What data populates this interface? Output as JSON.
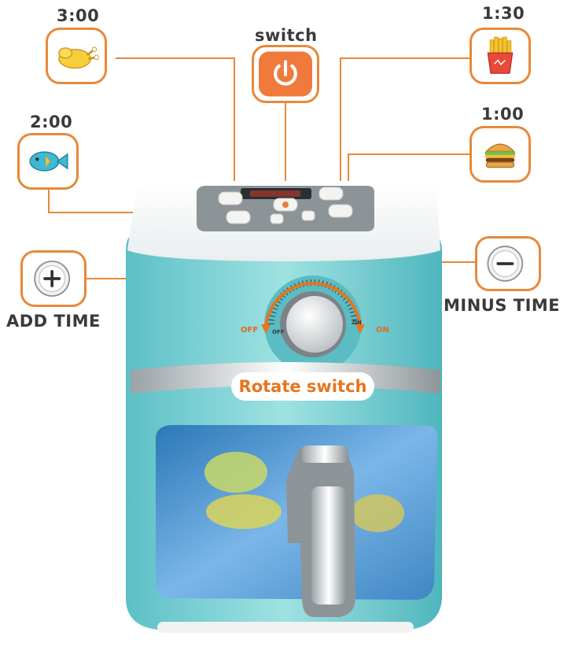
{
  "labels": {
    "chicken_time": "3:00",
    "switch": "switch",
    "fries_time": "1:30",
    "fish_time": "2:00",
    "burger_time": "1:00",
    "add_time": "ADD TIME",
    "minus_time": "MINUS TIME",
    "rotate_switch": "Rotate switch",
    "off": "OFF",
    "on": "ON",
    "dial_off": "OFF",
    "dial_on": "ON"
  },
  "icons": {
    "chicken": "roast-chicken-icon",
    "power": "power-icon",
    "fries": "french-fries-icon",
    "fish": "fish-icon",
    "burger": "burger-icon",
    "plus": "plus-icon",
    "minus": "minus-icon"
  },
  "colors": {
    "accent": "#e6893a",
    "power_button": "#ef7a3c",
    "body": "#7fd3d6",
    "label_text": "#3a3a3a"
  }
}
